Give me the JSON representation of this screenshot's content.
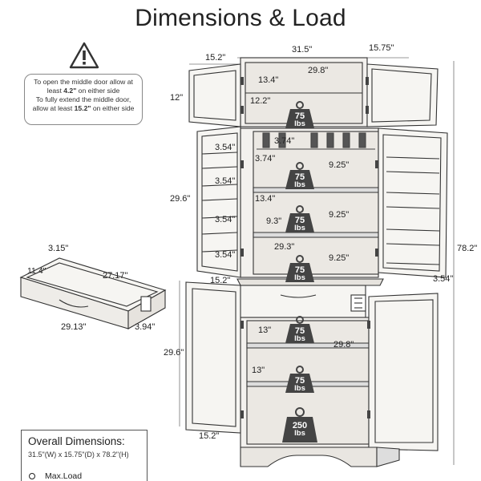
{
  "title": "Dimensions & Load",
  "warning": {
    "icon": "warning-icon",
    "line1_a": "To open the middle door allow at least ",
    "line1_b": "4.2\"",
    "line1_c": " on either side",
    "line2_a": "To fully extend the middle door, allow at least ",
    "line2_b": "15.2\"",
    "line2_c": " on either side"
  },
  "dimensions": {
    "top_door_width": "15.2\"",
    "total_width": "31.5\"",
    "depth": "15.75\"",
    "inner_width_top": "29.8\"",
    "top_shelf_depth": "13.4\"",
    "top_height": "12\"",
    "top_inner_height": "12.2\"",
    "wine_slot": "3.74\"",
    "wine_height": "3.74\"",
    "door_shelf_1": "3.54\"",
    "door_shelf_2": "3.54\"",
    "door_shelf_3": "3.54\"",
    "door_shelf_4": "3.54\"",
    "shelf_gap_1": "9.25\"",
    "shelf_gap_2": "9.25\"",
    "shelf_gap_3": "9.25\"",
    "mid_shelf_depth": "13.4\"",
    "mid_side_depth": "9.3\"",
    "mid_inner_width": "29.3\"",
    "middle_height": "29.6\"",
    "total_height": "78.2\"",
    "right_door_shelf": "3.54\"",
    "middle_door_width": "15.2\"",
    "bottom_height": "29.6\"",
    "bottom_shelf_depth_1": "13\"",
    "bottom_shelf_depth_2": "13\"",
    "bottom_inner_width": "29.8\"",
    "bottom_door_width": "15.2\"",
    "drawer_height": "3.15\"",
    "drawer_side": "11.4\"",
    "drawer_depth": "27.17\"",
    "drawer_width": "29.13\"",
    "drawer_front": "3.94\""
  },
  "loads": [
    {
      "num": "75",
      "unit": "lbs"
    },
    {
      "num": "75",
      "unit": "lbs"
    },
    {
      "num": "75",
      "unit": "lbs"
    },
    {
      "num": "75",
      "unit": "lbs"
    },
    {
      "num": "75",
      "unit": "lbs"
    },
    {
      "num": "75",
      "unit": "lbs"
    },
    {
      "num": "250",
      "unit": "lbs"
    }
  ],
  "overall": {
    "heading": "Overall Dimensions:",
    "value": "31.5\"(W) x 15.75\"(D) x 78.2\"(H)"
  },
  "legend": {
    "label": "Max.Load"
  }
}
